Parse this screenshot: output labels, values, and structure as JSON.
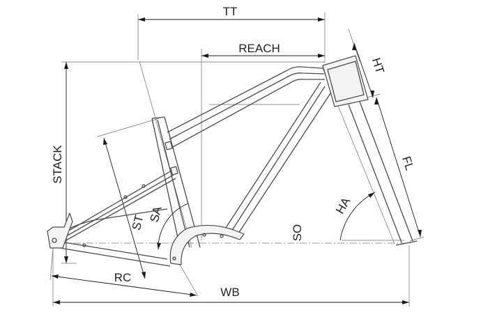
{
  "labels": {
    "tt": "TT",
    "reach": "REACH",
    "ht": "HT",
    "fl": "FL",
    "stack": "STACK",
    "st": "ST",
    "sa": "SA",
    "ha": "HA",
    "so": "SO",
    "rc": "RC",
    "wb": "WB"
  }
}
